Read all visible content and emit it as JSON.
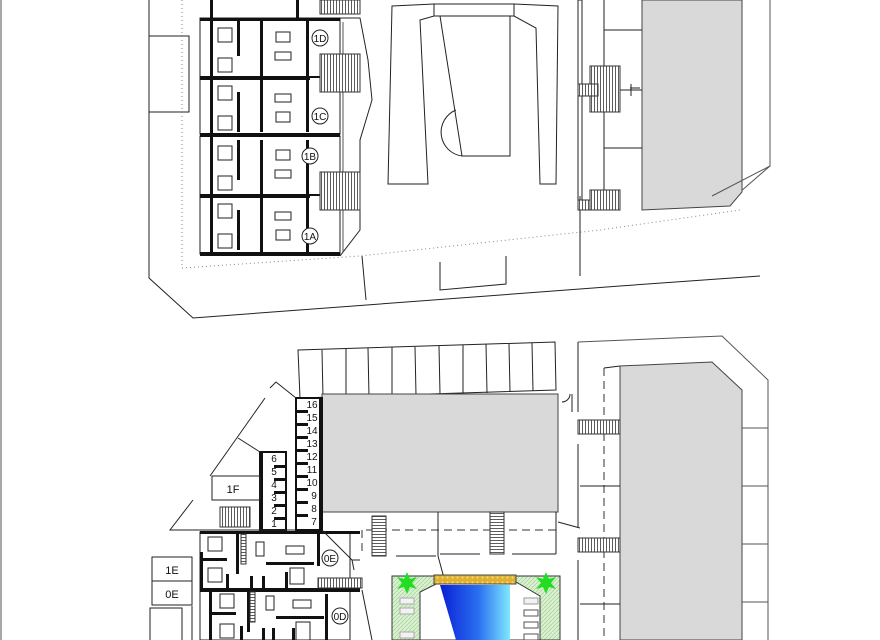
{
  "drawing": {
    "type": "architectural site plan",
    "upper_level": {
      "unit_labels": [
        "1D",
        "1C",
        "1B",
        "1A"
      ]
    },
    "lower_level": {
      "storage_left_numbers": [
        "6",
        "5",
        "4",
        "3",
        "2",
        "1"
      ],
      "storage_right_numbers": [
        "16",
        "15",
        "14",
        "13",
        "12",
        "11",
        "10",
        "9",
        "8",
        "7"
      ],
      "block_labels": [
        "1F",
        "1E",
        "0E"
      ],
      "unit_labels": [
        "0E",
        "0D"
      ]
    },
    "colors": {
      "building_fill": "#d9d9d9",
      "pool_dark": "#0a1fd6",
      "pool_light": "#7fe8ff",
      "garden_fill": "#d8f0cf",
      "tree_green": "#22dd22",
      "deck_gold": "#e0b030",
      "wall_black": "#111111"
    }
  }
}
